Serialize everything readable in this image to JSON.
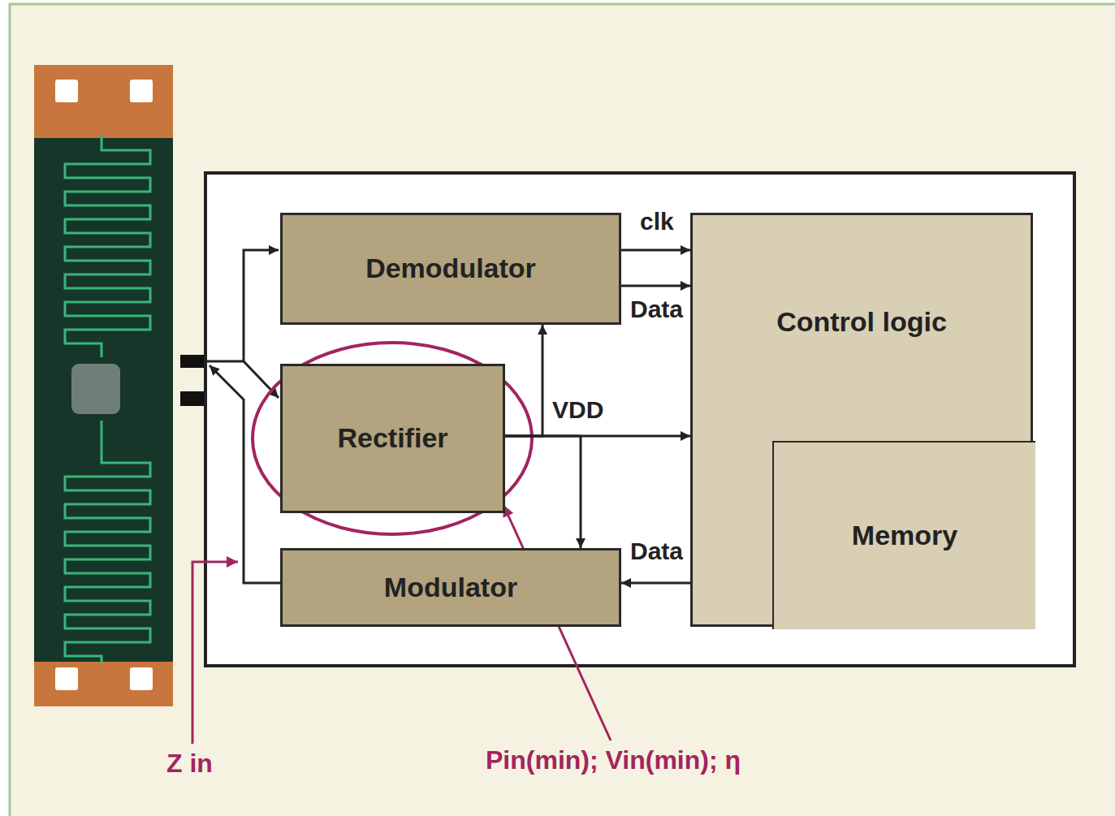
{
  "diagram": {
    "nodes": [
      {
        "text": [
          "Demodulator"
        ]
      },
      {
        "text": [
          "Control logic"
        ]
      },
      {
        "text": [
          "Memory"
        ],
        "in": 1
      },
      {
        "text": [
          "Rectifier"
        ]
      },
      {
        "text": [
          "Modulator"
        ]
      }
    ],
    "edges": [
      {
        "from": 0,
        "to": 1,
        "arrow": "to",
        "label": "clk"
      },
      {
        "from": 0,
        "to": 1,
        "arrow": "to",
        "label": "Data"
      },
      {
        "from": 3,
        "to": 1,
        "arrow": "to",
        "label": "VDD"
      },
      {
        "from": 3,
        "to": 0,
        "arrow": "to"
      },
      {
        "from": 3,
        "to": 4,
        "arrow": "to"
      },
      {
        "from": 1,
        "to": 4,
        "arrow": "to",
        "label": "Data"
      }
    ],
    "labels": [
      "Z in",
      "Pin(min); Vin(min); η"
    ]
  }
}
